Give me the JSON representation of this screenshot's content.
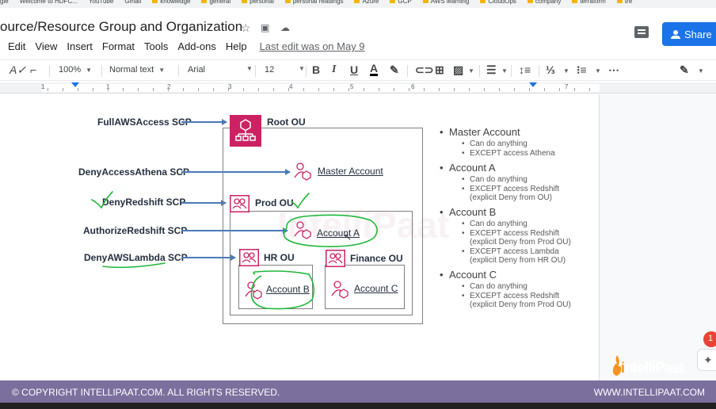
{
  "bookmarks": [
    {
      "label": "gle"
    },
    {
      "label": "Welcome to HDFC..."
    },
    {
      "label": "YouTube"
    },
    {
      "label": "Gmail"
    },
    {
      "label": "knowledge"
    },
    {
      "label": "general"
    },
    {
      "label": "personal"
    },
    {
      "label": "personal readings"
    },
    {
      "label": "Azure"
    },
    {
      "label": "GCP"
    },
    {
      "label": "AWS learning"
    },
    {
      "label": "CloudOps"
    },
    {
      "label": "company"
    },
    {
      "label": "terraform"
    },
    {
      "label": "tre"
    }
  ],
  "doc": {
    "title": "ource/Resource Group and Organization",
    "last_edit": "Last edit was on May 9"
  },
  "menu": [
    "Edit",
    "View",
    "Insert",
    "Format",
    "Tools",
    "Add-ons",
    "Help"
  ],
  "share_label": "Share",
  "toolbar": {
    "zoom": "100%",
    "style": "Normal text",
    "font": "Arial",
    "size": "12"
  },
  "ruler_numbers": [
    "1",
    "1",
    "2",
    "3",
    "4",
    "5",
    "6",
    "7"
  ],
  "diagram": {
    "scps": [
      "FullAWSAccess SCP",
      "DenyAccessAthena SCP",
      "DenyRedshift SCP",
      "AuthorizeRedshift SCP",
      "DenyAWSLambda SCP"
    ],
    "root_ou": "Root OU",
    "prod_ou": "Prod OU",
    "hr_ou": "HR OU",
    "finance_ou": "Finance OU",
    "master_account": "Master Account",
    "account_a": "Account A",
    "account_b": "Account B",
    "account_c": "Account C",
    "watermark": "IntelliPaat"
  },
  "notes": [
    {
      "title": "Master Account",
      "items": [
        [
          "Can do anything"
        ],
        [
          "EXCEPT access Athena"
        ]
      ]
    },
    {
      "title": "Account A",
      "items": [
        [
          "Can do anything"
        ],
        [
          "EXCEPT access Redshift",
          "(explicit Deny from OU)"
        ]
      ]
    },
    {
      "title": "Account B",
      "items": [
        [
          "Can do anything"
        ],
        [
          "EXCEPT access Redshift",
          "(explicit Deny from Prod OU)"
        ],
        [
          "EXCEPT access Lambda",
          "(explicit Deny from HR OU)"
        ]
      ]
    },
    {
      "title": "Account C",
      "items": [
        [
          "Can do anything"
        ],
        [
          "EXCEPT access Redshift",
          "(explicit Deny from Prod OU)"
        ]
      ]
    }
  ],
  "footer": {
    "left": "© COPYRIGHT  INTELLIPAAT.COM. ALL RIGHTS RESERVED.",
    "right": "WWW.INTELLIPAAT.COM"
  },
  "logo": {
    "prefix": "i",
    "text": "ntelliPaat"
  },
  "notification_count": "1",
  "colors": {
    "share_blue": "#1a73e8",
    "aws_pink": "#cc2264",
    "arrow_blue": "#4a7ab8",
    "annotation_green": "#1fb83a",
    "footer_purple": "#7b6f9e",
    "logo_orange": "#f7941d"
  }
}
